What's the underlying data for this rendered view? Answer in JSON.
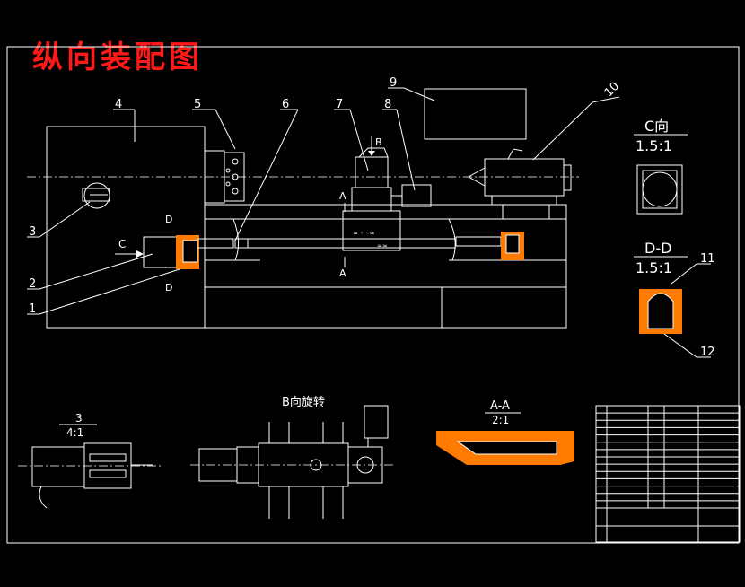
{
  "title": "纵向装配图",
  "callouts": [
    "1",
    "2",
    "3",
    "4",
    "5",
    "6",
    "7",
    "8",
    "9",
    "10",
    "11",
    "12"
  ],
  "section_labels": {
    "b_arrow": "B",
    "a_top": "A",
    "a_bottom": "A",
    "d_top": "D",
    "d_bottom": "D",
    "c_arrow": "C"
  },
  "views": {
    "c_view": {
      "title": "C向",
      "scale": "1.5:1"
    },
    "dd_view": {
      "title": "D-D",
      "scale": "1.5:1"
    },
    "detail3": {
      "title": "3",
      "scale": "4:1"
    },
    "b_rotate": {
      "title": "B向旋转"
    },
    "aa_view": {
      "title": "A-A",
      "scale": "2:1"
    }
  },
  "colors": {
    "background": "#000000",
    "lines": "#ffffff",
    "title": "#ff1a1a",
    "hatch": "#ff7a00"
  }
}
